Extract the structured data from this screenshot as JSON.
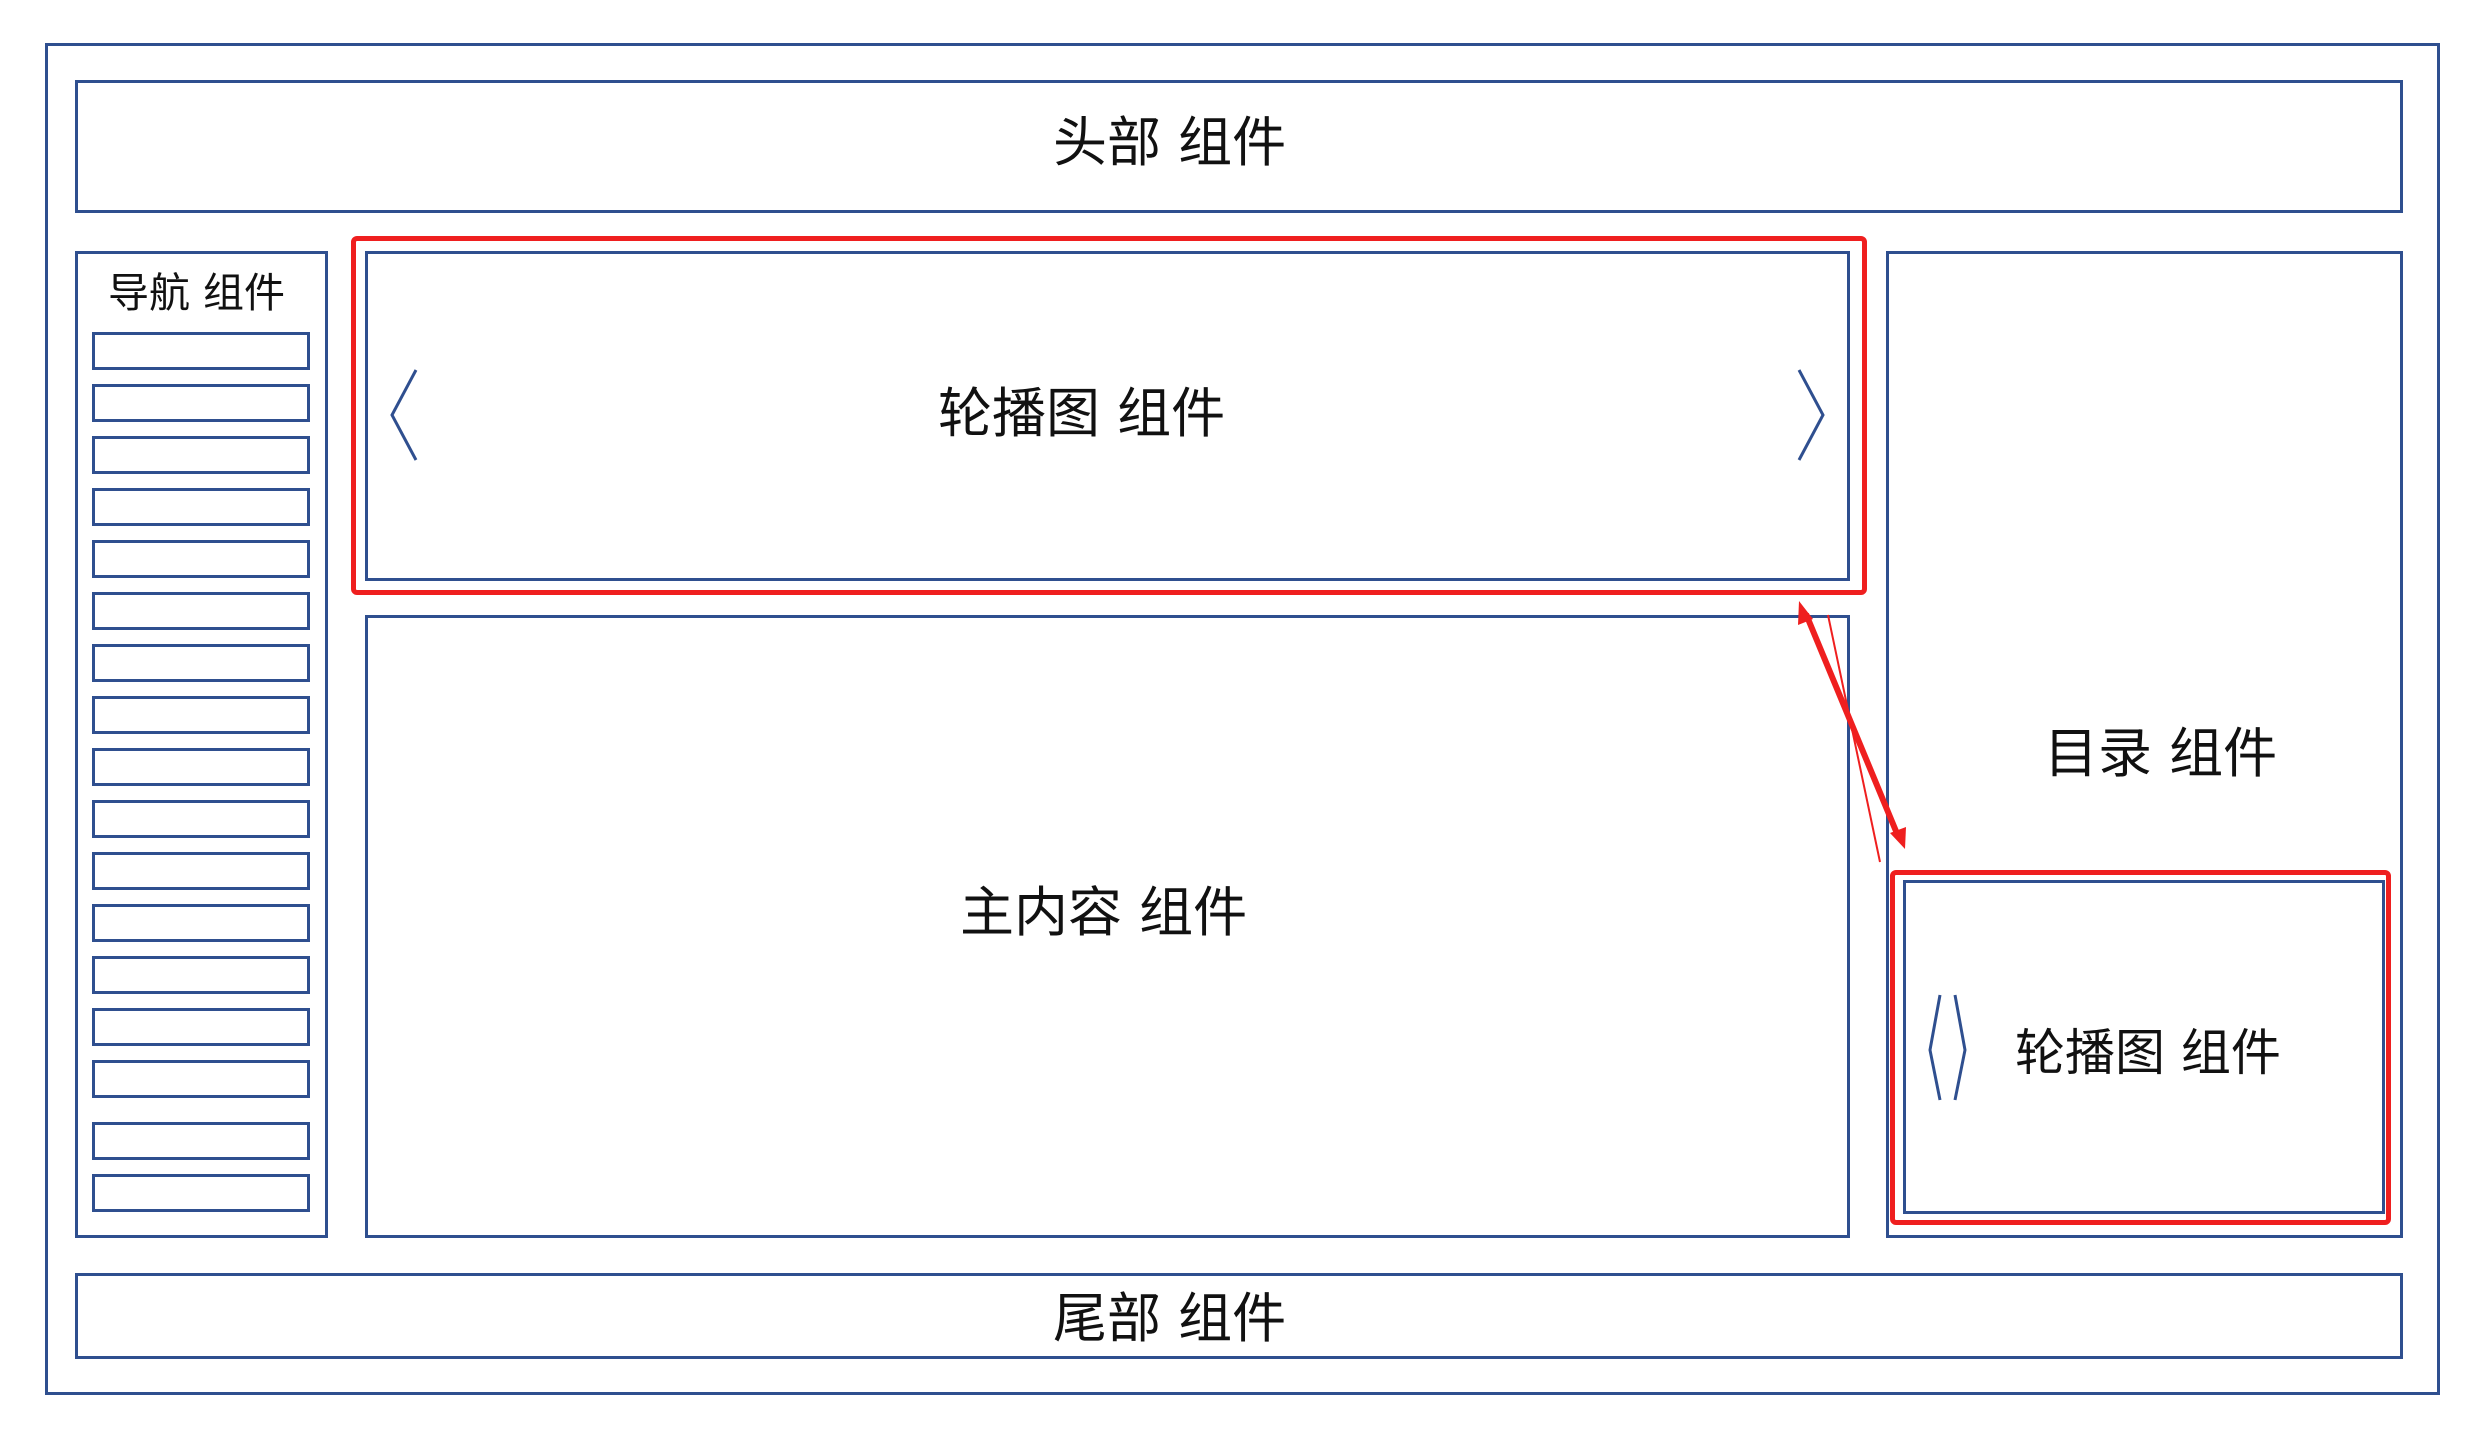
{
  "header": {
    "label": "头部 组件"
  },
  "nav": {
    "title": "导航 组件",
    "item_count": 17
  },
  "carousel_main": {
    "label": "轮播图 组件"
  },
  "main_content": {
    "label": "主内容 组件"
  },
  "catalog": {
    "label": "目录 组件"
  },
  "carousel_side": {
    "label": "轮播图 组件"
  },
  "footer": {
    "label": "尾部 组件"
  },
  "colors": {
    "outline": "#2f4f8f",
    "highlight": "#ef1f1f"
  },
  "icons": {
    "prev": "chevron-left-icon",
    "next": "chevron-right-icon",
    "relation_arrow": "double-arrow-icon"
  }
}
